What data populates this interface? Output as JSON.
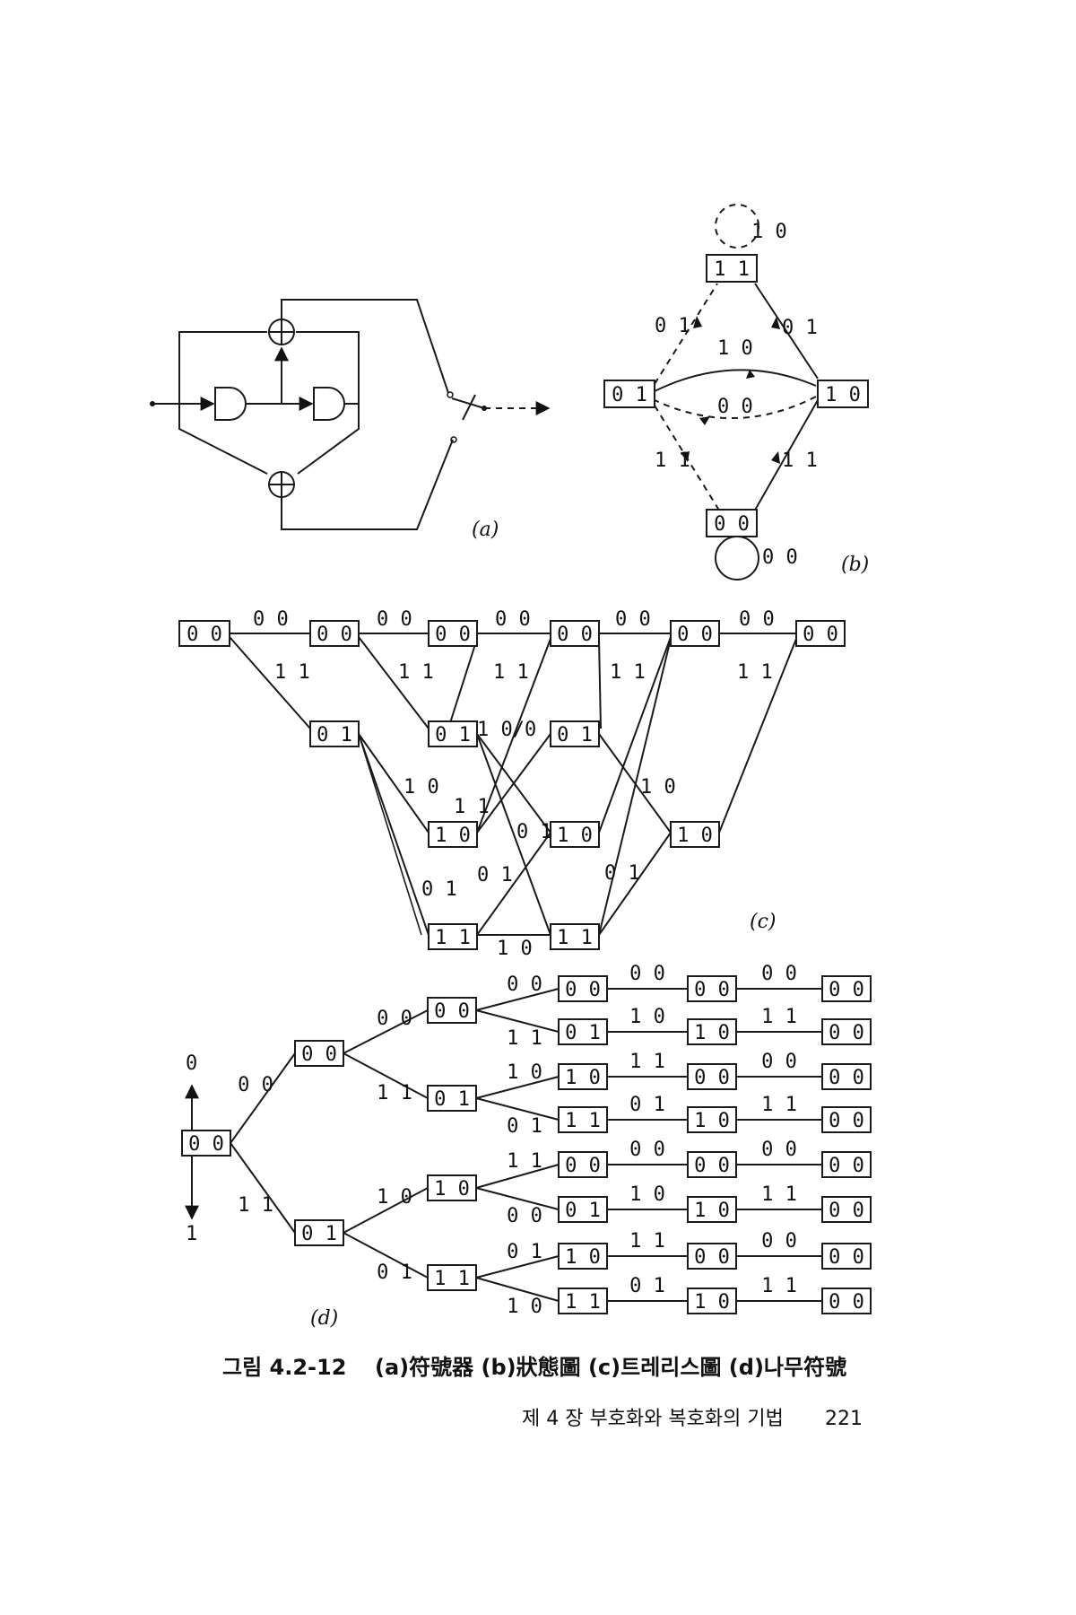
{
  "encoder": {
    "label": "(a)"
  },
  "state_diagram": {
    "label": "(b)",
    "states": {
      "top": "1 1",
      "left": "0 1",
      "right": "1 0",
      "bottom": "0 0"
    },
    "edges": {
      "self_top": "1 0",
      "left_to_top": "0 1",
      "right_to_top": "0 1",
      "left_to_right": "1 0",
      "right_to_left": "0 0",
      "bottom_to_left": "1 1",
      "bottom_to_right": "1 1",
      "self_bottom": "0 0"
    }
  },
  "trellis": {
    "label": "(c)",
    "state_labels": [
      "0 0",
      "0 1",
      "1 0",
      "1 1"
    ],
    "labels": {
      "top_00": [
        "0 0",
        "0 0",
        "0 0",
        "0 0",
        "0 0"
      ],
      "top_11": [
        "1 1",
        "1 1",
        "1 1",
        "1 1",
        "1 1"
      ],
      "mid_1000": "1 0/0 0",
      "r2_10": "1 0",
      "r3_10": "1 0",
      "x_11": "1 1",
      "x_01": "0 1",
      "lower_01": "0 1",
      "c4_01": "0 1",
      "bottom_01": "0 1",
      "bottom_10": "1 0"
    }
  },
  "tree": {
    "label": "(d)",
    "axis_top": "0",
    "axis_bottom": "1",
    "root": "0 0",
    "level1": [
      "0 0",
      "0 1"
    ],
    "level1_edges": [
      "0 0",
      "1 1"
    ],
    "level2": [
      "0 0",
      "0 1",
      "1 0",
      "1 1"
    ],
    "level2_edges": [
      "0 0",
      "1 1",
      "1 0",
      "0 1"
    ],
    "level3": [
      "0 0",
      "0 1",
      "1 0",
      "1 1",
      "0 0",
      "0 1",
      "1 0",
      "1 1"
    ],
    "level3_edges": [
      "0 0",
      "1 1",
      "1 0",
      "0 1",
      "1 1",
      "0 0",
      "0 1",
      "1 0"
    ],
    "level4": [
      "0 0",
      "1 0",
      "0 0",
      "1 0",
      "0 0",
      "1 0",
      "0 0",
      "1 0"
    ],
    "level4_edges": [
      "0 0",
      "1 0",
      "1 1",
      "0 1",
      "0 0",
      "1 0",
      "1 1",
      "0 1"
    ],
    "level5": [
      "0 0",
      "0 0",
      "0 0",
      "0 0",
      "0 0",
      "0 0",
      "0 0",
      "0 0"
    ],
    "level5_edges": [
      "0 0",
      "1 1",
      "0 0",
      "1 1",
      "0 0",
      "1 1",
      "0 0",
      "1 1"
    ]
  },
  "caption": {
    "number": "그림 4.2-12",
    "text": "(a)符號器 (b)狀態圖 (c)트레리스圖 (d)나무符號"
  },
  "footer": {
    "chapter": "제 4 장  부호화와 복호화의 기법",
    "page": "221"
  }
}
